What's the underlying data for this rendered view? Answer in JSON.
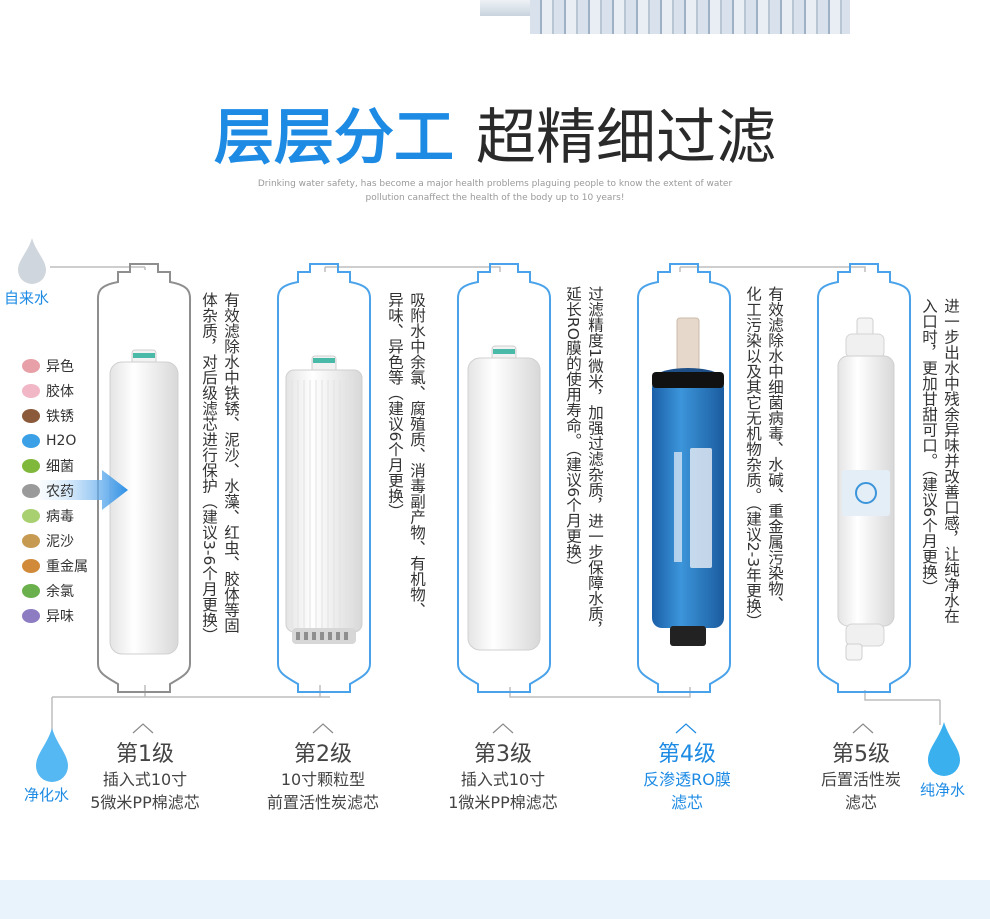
{
  "header": {
    "title_emphasis": "层层分工",
    "title_rest": "超精细过滤",
    "subtitle_line1": "Drinking water safety, has become a major health problems plaguing people to know the extent of water",
    "subtitle_line2": "pollution canaffect the health of the body up to 10 years!"
  },
  "inlet": {
    "label": "自来水"
  },
  "outlets": {
    "left_label": "净化水",
    "right_label": "纯净水"
  },
  "contaminants": [
    {
      "label": "异色",
      "color": "#e7a0a8"
    },
    {
      "label": "胶体",
      "color": "#f1b7c7"
    },
    {
      "label": "铁锈",
      "color": "#8a5a3a"
    },
    {
      "label": "H2O",
      "color": "#3ca0e6"
    },
    {
      "label": "细菌",
      "color": "#7fb83a"
    },
    {
      "label": "农药",
      "color": "#9a9a9a"
    },
    {
      "label": "病毒",
      "color": "#a8d070"
    },
    {
      "label": "泥沙",
      "color": "#c79a52"
    },
    {
      "label": "重金属",
      "color": "#d08a3a"
    },
    {
      "label": "余氯",
      "color": "#6ab04c"
    },
    {
      "label": "异味",
      "color": "#8e7cc3"
    }
  ],
  "filters": [
    {
      "stage": "第1级",
      "desc1": "插入式10寸",
      "desc2": "5微米PP棉滤芯",
      "text_cols": [
        "有效滤除水中铁锈、泥沙、水藻、红虫、胶体等固",
        "体杂质，对后级滤芯进行保护（建议3-6个月更换）"
      ]
    },
    {
      "stage": "第2级",
      "desc1": "10寸颗粒型",
      "desc2": "前置活性炭滤芯",
      "text_cols": [
        "吸附水中余氯、腐殖质、消毒副产物、有机物、",
        "异味、异色等（建议6个月更换）"
      ]
    },
    {
      "stage": "第3级",
      "desc1": "插入式10寸",
      "desc2": "1微米PP棉滤芯",
      "text_cols": [
        "过滤精度1微米，加强过滤杂质，进一步保障水质，",
        "延长RO膜的使用寿命。（建议6个月更换）"
      ]
    },
    {
      "stage": "第4级",
      "desc1": "反渗透RO膜",
      "desc2": "滤芯",
      "text_cols": [
        "有效滤除水中细菌病毒、水碱、重金属污染物、",
        "化工污染以及其它无机物杂质。（建议2-3年更换）"
      ]
    },
    {
      "stage": "第5级",
      "desc1": "后置活性炭",
      "desc2": "滤芯",
      "text_cols": [
        "进一步出水中残余异味并改善口感，让纯净水在",
        "入口时，更加甘甜可口。（建议6个月更换）"
      ]
    }
  ],
  "colors": {
    "accent": "#1d8be4",
    "frame_active": "#4aa3ea",
    "frame_inactive": "#9a9a9a"
  }
}
